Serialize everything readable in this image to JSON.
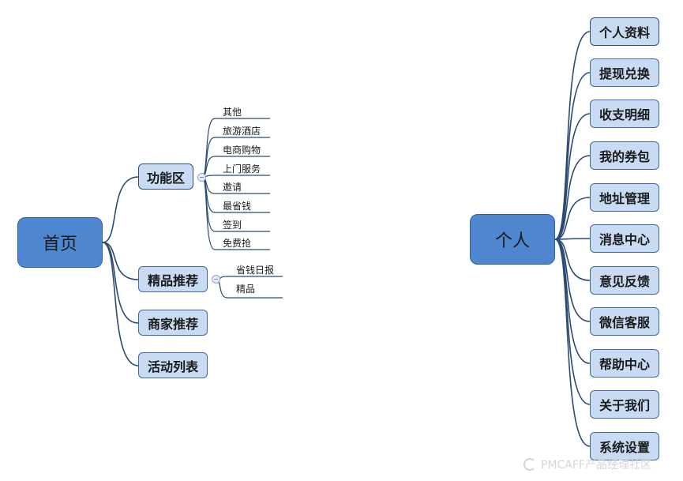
{
  "left_tree": {
    "root": "首页",
    "branches": [
      {
        "label": "功能区",
        "children": [
          "其他",
          "旅游酒店",
          "电商购物",
          "上门服务",
          "邀请",
          "最省钱",
          "签到",
          "免费抢"
        ]
      },
      {
        "label": "精品推荐",
        "children": [
          "省钱日报",
          "精品"
        ]
      },
      {
        "label": "商家推荐",
        "children": []
      },
      {
        "label": "活动列表",
        "children": []
      }
    ]
  },
  "right_tree": {
    "root": "个人",
    "branches": [
      "个人资料",
      "提现兑换",
      "收支明细",
      "我的券包",
      "地址管理",
      "消息中心",
      "意见反馈",
      "微信客服",
      "帮助中心",
      "关于我们",
      "系统设置"
    ]
  },
  "watermark": "PMCAFF产品经理社区",
  "colors": {
    "central_fill": "#4f86d0",
    "node_fill": "#c9dbf3",
    "node_border": "#3d6aa3",
    "connector": "#2b4a73"
  }
}
